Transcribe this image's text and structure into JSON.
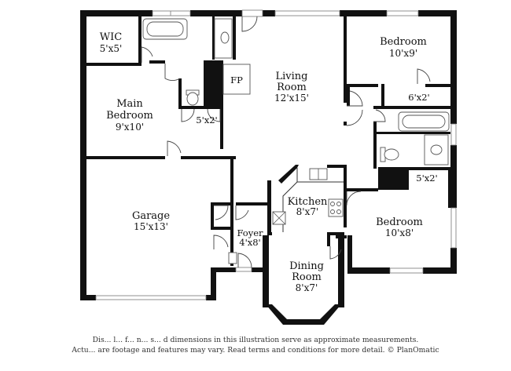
{
  "rooms": {
    "wic": {
      "name": "WIC",
      "size": "5'x5'"
    },
    "main_bedroom": {
      "name1": "Main",
      "name2": "Bedroom",
      "size": "9'x10'"
    },
    "closet_main": {
      "size": "5'x2'"
    },
    "fireplace": {
      "name": "FP"
    },
    "living_room": {
      "name1": "Living",
      "name2": "Room",
      "size": "12'x15'"
    },
    "bedroom_top": {
      "name": "Bedroom",
      "size": "10'x9'"
    },
    "closet_top": {
      "size": "6'x2'"
    },
    "closet_right": {
      "size": "5'x2'"
    },
    "kitchen": {
      "name": "Kitchen",
      "size": "8'x7'"
    },
    "bedroom_bottom": {
      "name": "Bedroom",
      "size": "10'x8'"
    },
    "garage": {
      "name": "Garage",
      "size": "15'x13'"
    },
    "foyer": {
      "name": "Foyer",
      "size": "4'x8'"
    },
    "dining_room": {
      "name1": "Dining",
      "name2": "Room",
      "size": "8'x7'"
    }
  },
  "disclaimer": {
    "line1": "Dis... l... f... n... s... d dimensions in this illustration serve as approximate measurements.",
    "line2": "Actu... are footage and features may vary. Read terms and conditions for more detail. © PlanOmatic"
  }
}
